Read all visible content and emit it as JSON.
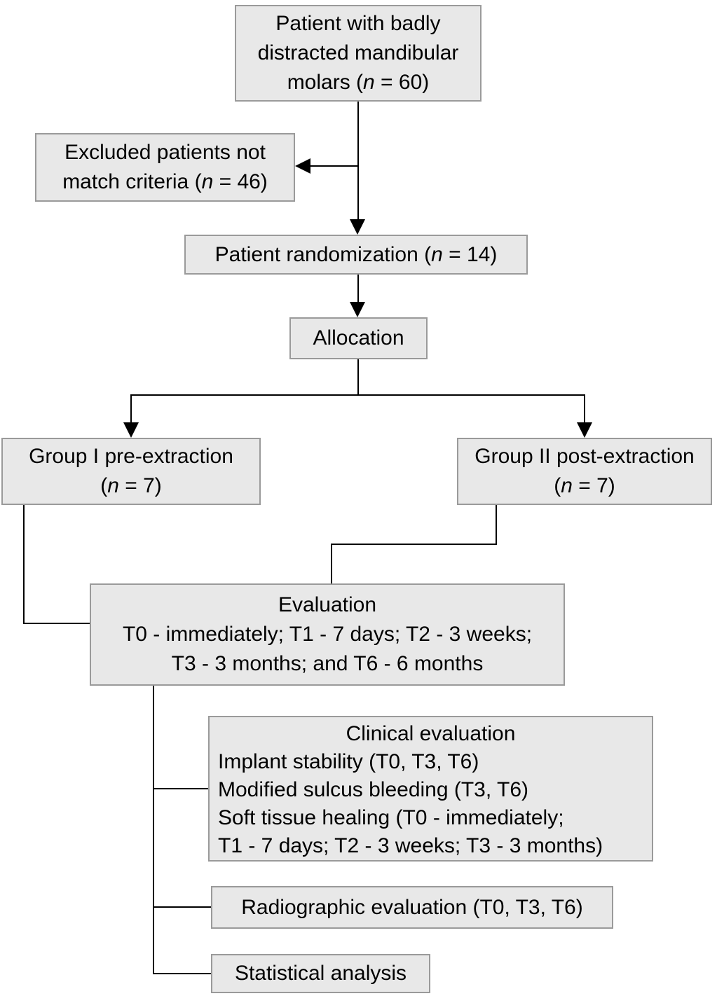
{
  "colors": {
    "background": "#ffffff",
    "box_fill": "#e8e8e8",
    "box_border": "#9a9a9a",
    "line": "#000000",
    "text": "#000000"
  },
  "flowchart": {
    "patients": {
      "line1": "Patient with badly",
      "line2": "distracted mandibular",
      "line3_pre": "molars (",
      "n": "n",
      "line3_post": " = 60)"
    },
    "excluded": {
      "line1": "Excluded patients not",
      "line2_pre": "match criteria (",
      "n": "n",
      "line2_post": " = 46)"
    },
    "randomization": {
      "pre": "Patient randomization (",
      "n": "n",
      "post": " = 14)"
    },
    "allocation": {
      "label": "Allocation"
    },
    "group1": {
      "line1": "Group I pre-extraction",
      "line2_pre": "(",
      "n": "n",
      "line2_post": " = 7)"
    },
    "group2": {
      "line1": "Group II post-extraction",
      "line2_pre": "(",
      "n": "n",
      "line2_post": " = 7)"
    },
    "evaluation": {
      "title": "Evaluation",
      "line2": "T0 - immediately; T1 - 7 days; T2 - 3 weeks;",
      "line3": "T3 - 3 months; and T6 - 6 months"
    },
    "clinical": {
      "title": "Clinical evaluation",
      "line1": "Implant stability (T0, T3, T6)",
      "line2": "Modified sulcus bleeding (T3, T6)",
      "line3": "Soft tissue healing (T0 - immediately;",
      "line4": "T1 - 7 days; T2 - 3 weeks; T3 - 3 months)"
    },
    "radiographic": {
      "label": "Radiographic evaluation (T0, T3, T6)"
    },
    "statistical": {
      "label": "Statistical analysis"
    }
  }
}
